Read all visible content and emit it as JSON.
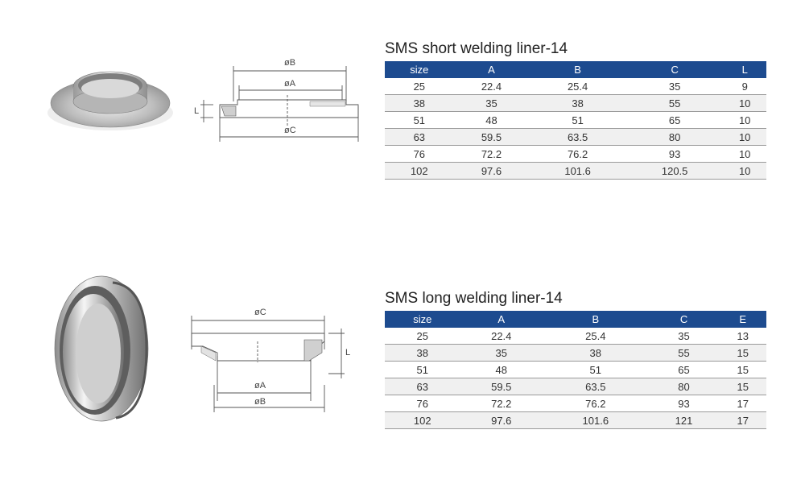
{
  "sections": [
    {
      "title": "SMS short welding liner-14",
      "columns": [
        "size",
        "A",
        "B",
        "C",
        "L"
      ],
      "rows": [
        [
          "25",
          "22.4",
          "25.4",
          "35",
          "9"
        ],
        [
          "38",
          "35",
          "38",
          "55",
          "10"
        ],
        [
          "51",
          "48",
          "51",
          "65",
          "10"
        ],
        [
          "63",
          "59.5",
          "63.5",
          "80",
          "10"
        ],
        [
          "76",
          "72.2",
          "76.2",
          "93",
          "10"
        ],
        [
          "102",
          "97.6",
          "101.6",
          "120.5",
          "10"
        ]
      ],
      "drawing_labels": {
        "b": "øB",
        "a": "øA",
        "c": "øC",
        "l": "L"
      }
    },
    {
      "title": "SMS long welding liner-14",
      "columns": [
        "size",
        "A",
        "B",
        "C",
        "E"
      ],
      "rows": [
        [
          "25",
          "22.4",
          "25.4",
          "35",
          "13"
        ],
        [
          "38",
          "35",
          "38",
          "55",
          "15"
        ],
        [
          "51",
          "48",
          "51",
          "65",
          "15"
        ],
        [
          "63",
          "59.5",
          "63.5",
          "80",
          "15"
        ],
        [
          "76",
          "72.2",
          "76.2",
          "93",
          "17"
        ],
        [
          "102",
          "97.6",
          "101.6",
          "121",
          "17"
        ]
      ],
      "drawing_labels": {
        "c": "øC",
        "a": "øA",
        "b": "øB",
        "l": "L"
      }
    }
  ]
}
